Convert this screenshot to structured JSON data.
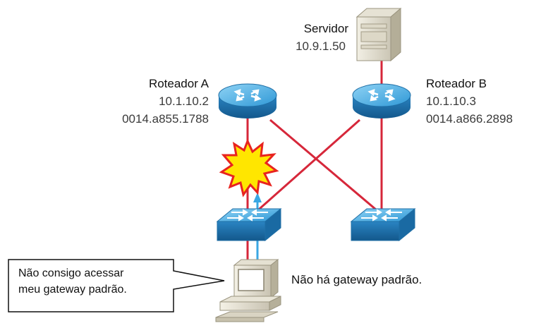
{
  "server": {
    "name": "Servidor",
    "ip": "10.9.1.50"
  },
  "router_a": {
    "name": "Roteador A",
    "ip": "10.1.10.2",
    "mac": "0014.a855.1788"
  },
  "router_b": {
    "name": "Roteador B",
    "ip": "10.1.10.3",
    "mac": "0014.a866.2898"
  },
  "pc_note": "Não há gateway padrão.",
  "callout": {
    "line1": "Não consigo acessar",
    "line2": "meu gateway padrão."
  },
  "colors": {
    "link": "#d6273a",
    "device": "#2e8fd0",
    "arrow": "#3aa7e3",
    "burst_fill": "#ffe600",
    "burst_stroke": "#e8231f"
  }
}
